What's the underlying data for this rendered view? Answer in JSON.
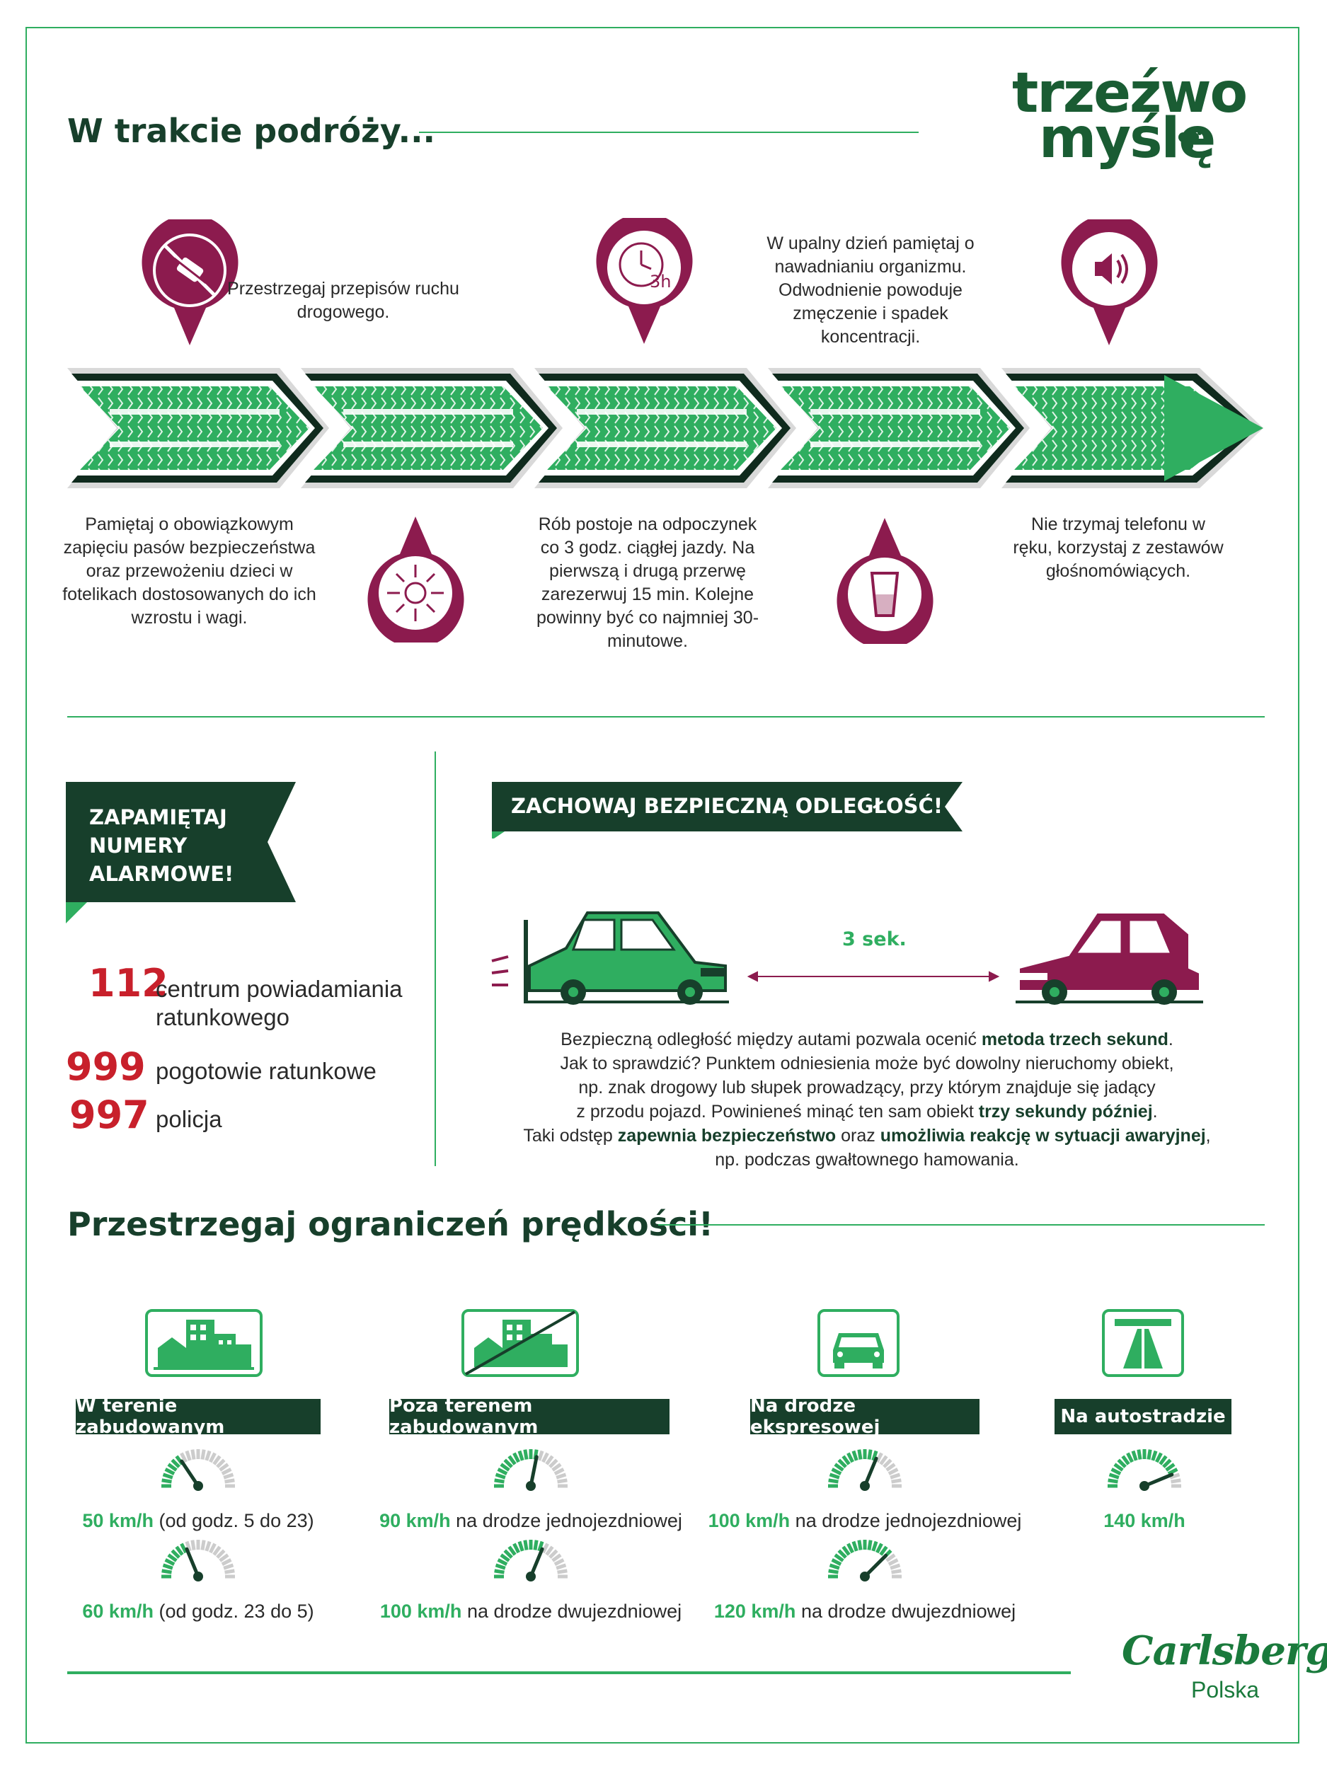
{
  "header": {
    "title": "W trakcie podróży...",
    "logo": {
      "line1": "trzeźwo",
      "line2": "myślę"
    }
  },
  "tips": {
    "seatbelt": "Pamiętaj o obowiązkowym zapięciu pasów bezpieczeństwa oraz przewożeniu dzieci w fotelikach dostosowanych do ich wzrostu i wagi.",
    "rules": "Przestrzegaj przepisów ruchu drogowego.",
    "breaks": "Rób postoje na odpoczynek co 3 godz. ciągłej jazdy. Na pierwszą i drugą przerwę zarezerwuj 15 min. Kolejne powinny być co najmniej 30-minutowe.",
    "hydration": "W upalny dzień pamiętaj o nawadnianiu organizmu. Odwodnienie powoduje zmęczenie i spadek koncentracji.",
    "phone": "Nie trzymaj telefonu w ręku, korzystaj z zestawów głośnomówiących.",
    "clock_label": "3h"
  },
  "alarm": {
    "banner": [
      "ZAPAMIĘTAJ",
      "NUMERY",
      "ALARMOWE!"
    ],
    "numbers": [
      {
        "num": "112",
        "label": "centrum powiadamiania ratunkowego"
      },
      {
        "num": "999",
        "label": "pogotowie ratunkowe"
      },
      {
        "num": "997",
        "label": "policja"
      }
    ]
  },
  "distance": {
    "banner": "ZACHOWAJ BEZPIECZNĄ ODLEGŁOŚĆ!",
    "gap_label": "3 sek.",
    "para": [
      [
        {
          "t": "Bezpieczną odległość między autami pozwala ocenić "
        },
        {
          "t": "metoda trzech sekund",
          "b": true
        },
        {
          "t": "."
        }
      ],
      [
        {
          "t": "Jak to sprawdzić? Punktem odniesienia może być dowolny nieruchomy obiekt,"
        }
      ],
      [
        {
          "t": "np. znak drogowy lub słupek prowadzący, przy którym znajduje się jadący"
        }
      ],
      [
        {
          "t": "z przodu pojazd. Powinieneś minąć ten sam obiekt "
        },
        {
          "t": "trzy sekundy później",
          "b": true
        },
        {
          "t": "."
        }
      ],
      [
        {
          "t": "Taki odstęp "
        },
        {
          "t": "zapewnia bezpieczeństwo",
          "b": true
        },
        {
          "t": " oraz "
        },
        {
          "t": "umożliwia reakcję w sytuacji awaryjnej",
          "b": true
        },
        {
          "t": ","
        }
      ],
      [
        {
          "t": "np. podczas gwałtownego hamowania."
        }
      ]
    ]
  },
  "speed": {
    "title": "Przestrzegaj ograniczeń prędkości!",
    "categories": [
      {
        "label": "W terenie zabudowanym",
        "icon": "buildings-icon",
        "limits": [
          {
            "value": "50 km/h",
            "note": " (od godz. 5 do 23)",
            "gauge": 50
          },
          {
            "value": "60 km/h",
            "note": " (od godz. 23 do 5)",
            "gauge": 60
          }
        ]
      },
      {
        "label": "Poza terenem zabudowanym",
        "icon": "buildings-crossed-icon",
        "limits": [
          {
            "value": "90 km/h",
            "note": " na drodze jednojezdniowej",
            "gauge": 90
          },
          {
            "value": "100 km/h",
            "note": " na drodze dwujezdniowej",
            "gauge": 100
          }
        ]
      },
      {
        "label": "Na drodze ekspresowej",
        "icon": "car-icon",
        "limits": [
          {
            "value": "100 km/h",
            "note": " na drodze jednojezdniowej",
            "gauge": 100
          },
          {
            "value": "120 km/h",
            "note": " na drodze dwujezdniowej",
            "gauge": 120
          }
        ]
      },
      {
        "label": "Na autostradzie",
        "icon": "motorway-icon",
        "limits": [
          {
            "value": "140 km/h",
            "note": "",
            "gauge": 140
          }
        ]
      }
    ]
  },
  "footer": {
    "brand": "Carlsberg",
    "brand_sub": "Polska"
  },
  "colors": {
    "green": "#2fae60",
    "dark_green": "#173f2b",
    "maroon": "#8c1b4e",
    "red": "#c8202b"
  }
}
